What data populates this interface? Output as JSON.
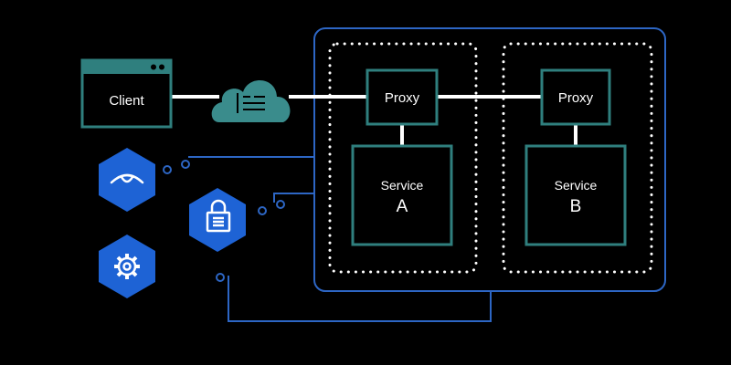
{
  "client": {
    "label": "Client"
  },
  "mesh": {
    "pod_a": {
      "proxy_label": "Proxy",
      "service_label": "Service",
      "service_id": "A"
    },
    "pod_b": {
      "proxy_label": "Proxy",
      "service_label": "Service",
      "service_id": "B"
    }
  },
  "icons": {
    "network": "cloud-icon",
    "observability": "eye-icon",
    "security": "lock-icon",
    "control": "gear-icon"
  },
  "colors": {
    "background": "#000000",
    "teal_stroke": "#2f7f7e",
    "teal_fill": "#3a8c8c",
    "mesh_blue": "#2d66c4",
    "hex_blue": "#1e63d5",
    "connector": "#ffffff"
  }
}
